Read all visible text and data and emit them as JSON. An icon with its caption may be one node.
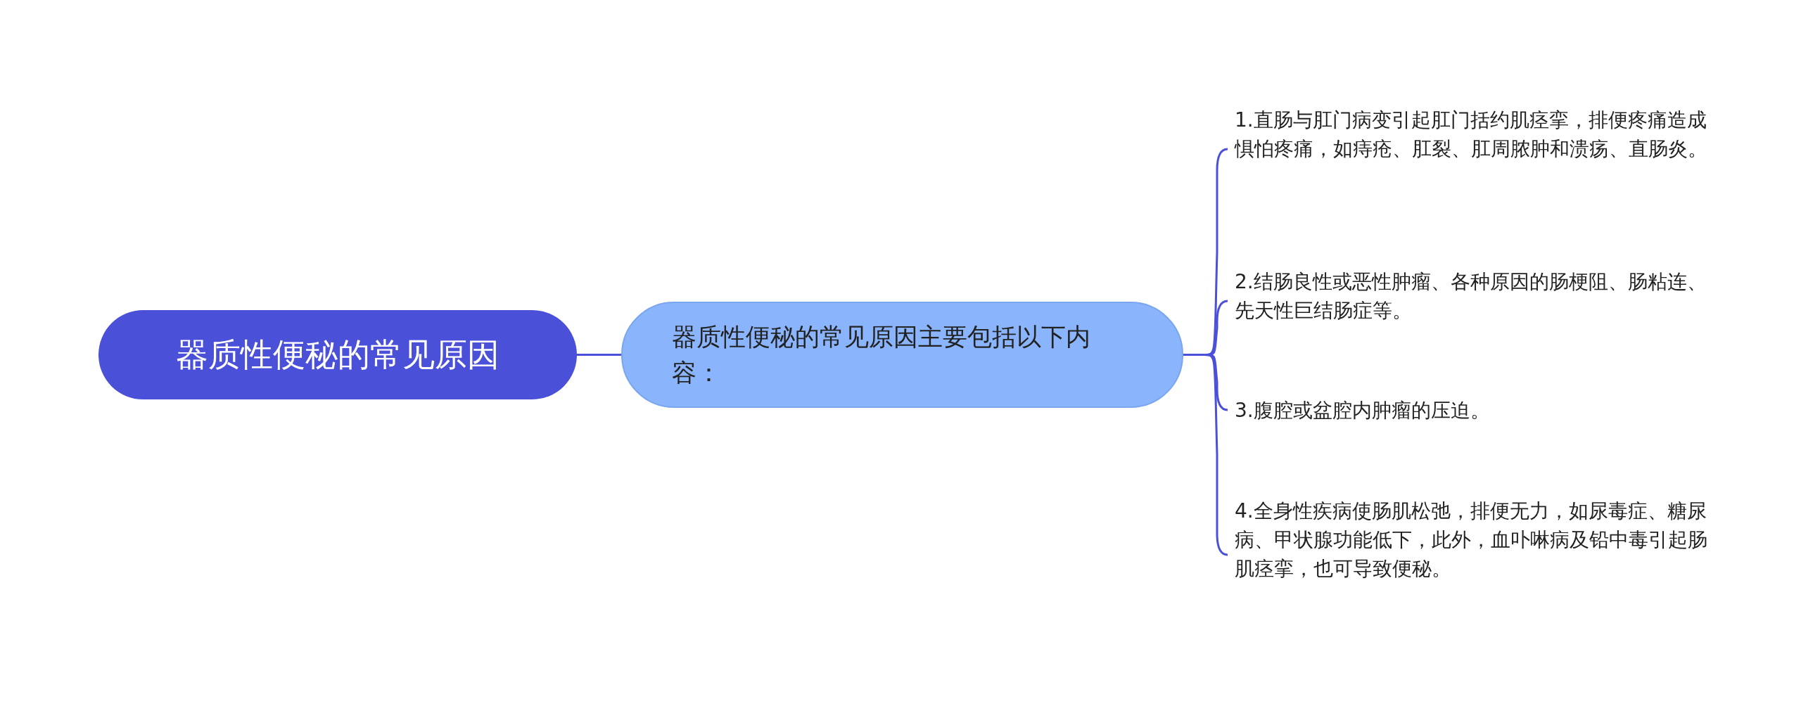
{
  "diagram": {
    "nodes": [
      {
        "text": [
          "器质性便秘的常见原因"
        ]
      },
      {
        "text": [
          "器质性便秘的常见原因主要包括以下内容："
        ]
      },
      {
        "text": [
          "1.直肠与肛门病变引起肛门括约肌痉挛，排便疼痛造成惧怕疼痛，如痔疮、肛裂、肛周脓肿和溃疡、直肠炎。"
        ]
      },
      {
        "text": [
          "2.结肠良性或恶性肿瘤、各种原因的肠梗阻、肠粘连、先天性巨结肠症等。"
        ]
      },
      {
        "text": [
          "3.腹腔或盆腔内肿瘤的压迫。"
        ]
      },
      {
        "text": [
          "4.全身性疾病使肠肌松弛，排便无力，如尿毒症、糖尿病、甲状腺功能低下，此外，血卟啉病及铅中毒引起肠肌痉挛，也可导致便秘。"
        ]
      }
    ],
    "edges": [
      {
        "from": 0,
        "to": 1,
        "arrow": "none"
      },
      {
        "from": 1,
        "to": 2,
        "arrow": "none"
      },
      {
        "from": 1,
        "to": 3,
        "arrow": "none"
      },
      {
        "from": 1,
        "to": 4,
        "arrow": "none"
      },
      {
        "from": 1,
        "to": 5,
        "arrow": "none"
      }
    ]
  }
}
